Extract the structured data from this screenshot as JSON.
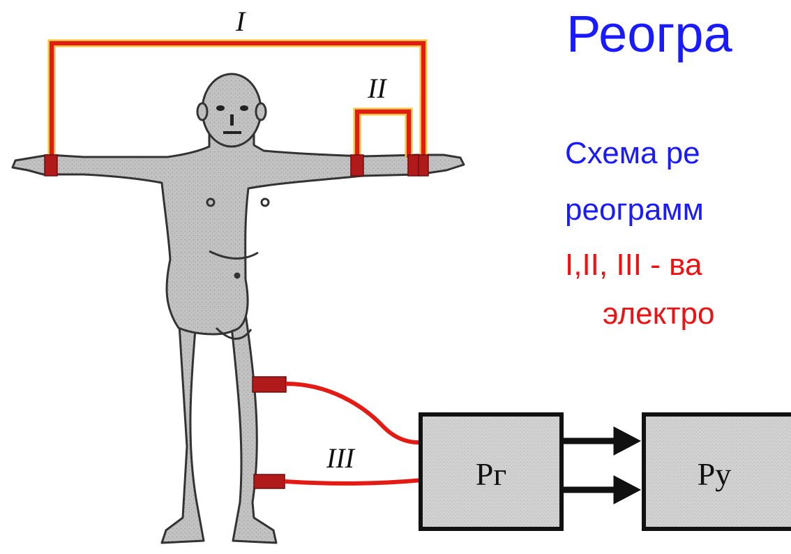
{
  "slide": {
    "title": "Реогра",
    "text_lines": [
      "Схема ре",
      "реограмм",
      "I,II, III  - ва",
      "электро"
    ]
  },
  "diagram": {
    "circuit_labels": [
      "I",
      "II",
      "III"
    ],
    "blocks": [
      {
        "label": "Рг"
      },
      {
        "label": "Ру"
      }
    ],
    "colors": {
      "wire": "#e41a14",
      "wire_edge": "#f2c33a",
      "electrode": "#b01a1a",
      "body": "#bdbdbd",
      "block_fill": "#cfcfcf",
      "text_blue": "#1a1aff",
      "text_red": "#ee1111"
    }
  }
}
